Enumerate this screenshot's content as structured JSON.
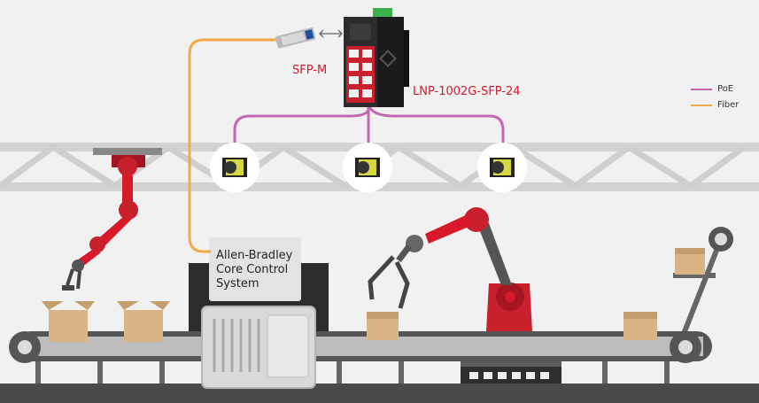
{
  "labels": {
    "sfp_module": "SFP-M",
    "switch_model": "LNP-1002G-SFP-24",
    "control_system_lines": [
      "Allen-Bradley",
      "Core Control",
      "System"
    ]
  },
  "legend": [
    {
      "name": "PoE",
      "color": "#c466b4"
    },
    {
      "name": "Fiber",
      "color": "#f2aa48"
    }
  ],
  "colors": {
    "accent_red": "#d7192a",
    "poe_line": "#c466b4",
    "fiber_line": "#f2aa48",
    "background": "#f1f1f1"
  },
  "icons": [
    "network-switch-icon",
    "sfp-module-icon",
    "double-arrow-icon",
    "ip-camera-icon",
    "robot-arm-icon",
    "cardboard-box-icon",
    "conveyor-belt-icon",
    "control-cabinet-icon"
  ]
}
